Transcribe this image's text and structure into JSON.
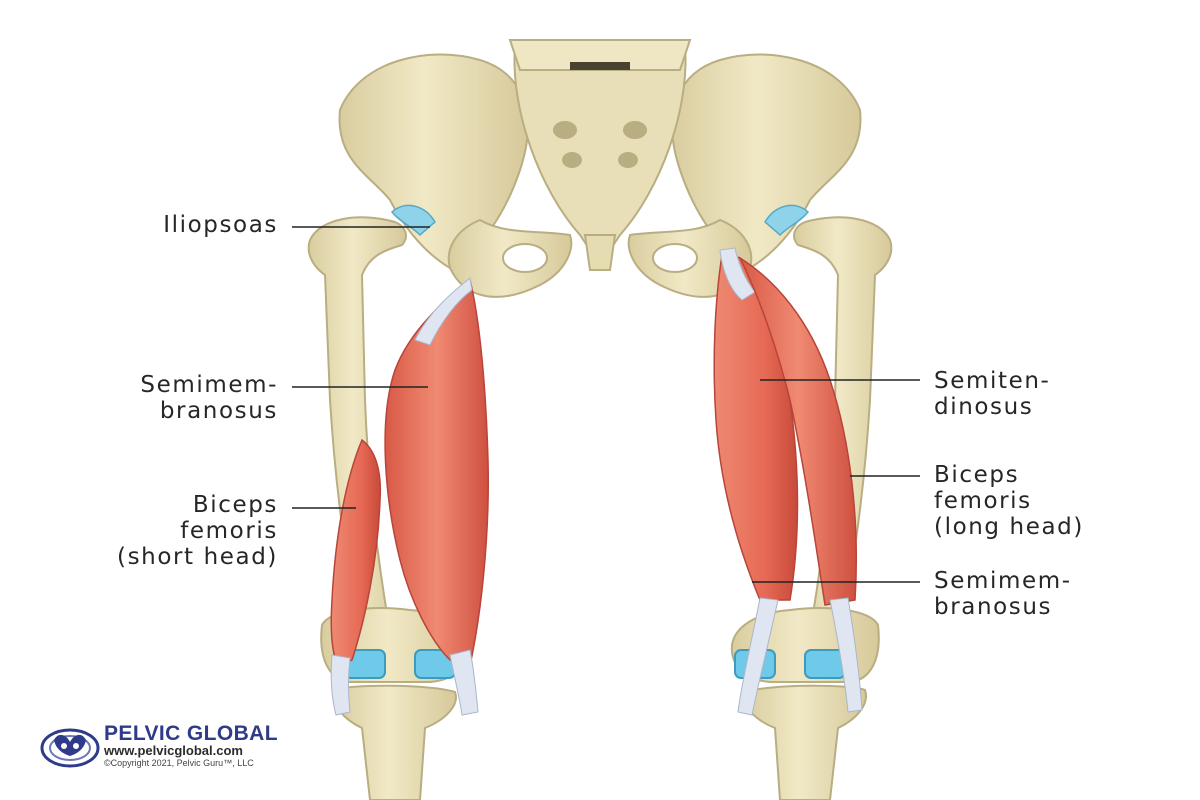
{
  "labels": {
    "iliopsoas": "Iliopsoas",
    "semimembranosus_left": [
      "Semimem-",
      "branosus"
    ],
    "biceps_short": [
      "Biceps",
      "femoris",
      "(short head)"
    ],
    "semitendinosus": [
      "Semiten-",
      "dinosus"
    ],
    "biceps_long": [
      "Biceps",
      "femoris",
      "(long head)"
    ],
    "semimembranosus_right": [
      "Semimem-",
      "branosus"
    ]
  },
  "logo": {
    "title": "PELVIC GLOBAL",
    "url": "www.pelvicglobal.com",
    "copyright": "©Copyright 2021, Pelvic Guru™, LLC"
  },
  "colors": {
    "bone": "#ece3bd",
    "bone_shadow": "#cfc39a",
    "muscle": "#e8705a",
    "muscle_dark": "#c94c3c",
    "tendon": "#dfe6f1",
    "cartilage": "#6fc9e8",
    "leader_line": "#222222",
    "brand_blue": "#2f3a8a"
  }
}
